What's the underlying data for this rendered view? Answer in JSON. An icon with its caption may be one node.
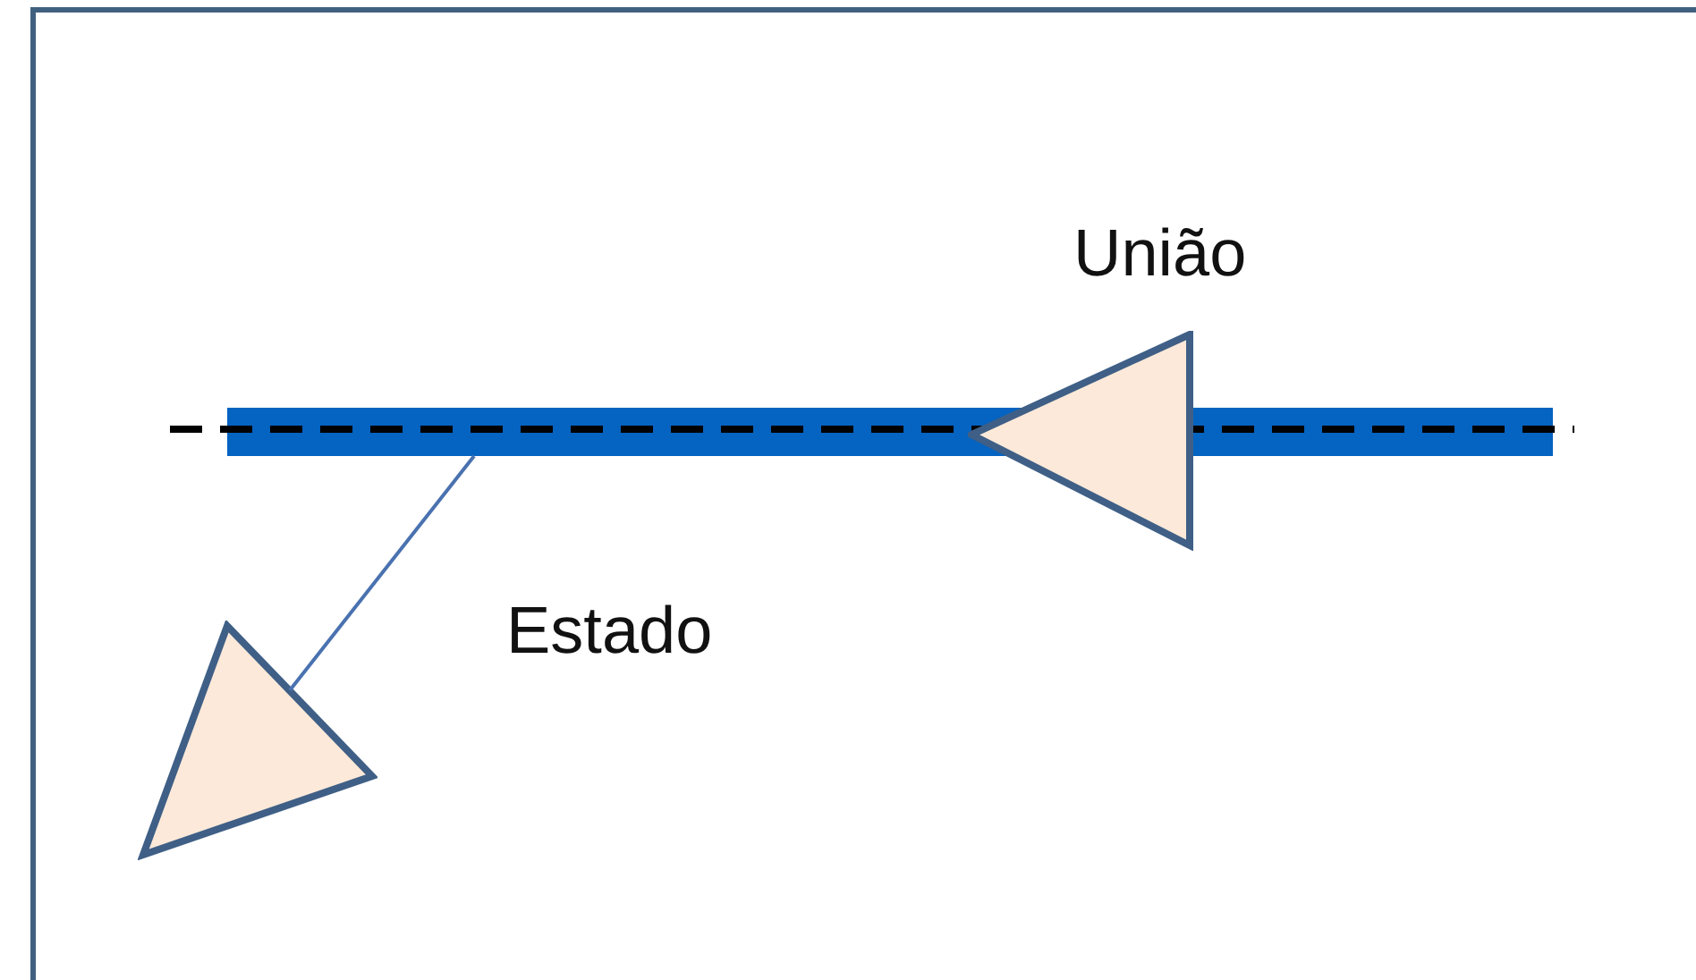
{
  "diagram": {
    "nodes": [
      {
        "text": [],
        "shape": "bar"
      },
      {
        "text": [],
        "shape": "triangle",
        "beside": [
          "União"
        ]
      },
      {
        "text": [],
        "shape": "triangle",
        "beside": [
          "Estado"
        ]
      }
    ],
    "edges": [
      {
        "from": 0,
        "to": 2,
        "arrow": "none"
      }
    ]
  }
}
